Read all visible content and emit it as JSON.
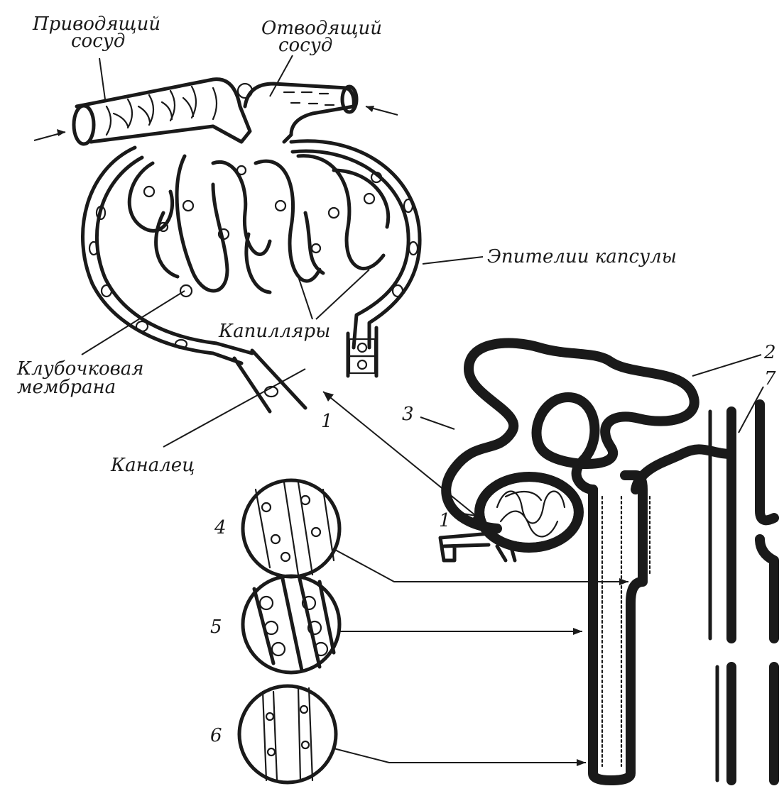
{
  "labels": {
    "afferent_vessel": [
      "Приводящий",
      "сосуд"
    ],
    "efferent_vessel": [
      "Отводящий",
      "сосуд"
    ],
    "capsule_epithelium": "Эпителии капсулы",
    "capillaries": "Капилляры",
    "glomerular_membrane": [
      "Клубочковая",
      "мембрана"
    ],
    "tubule": "Каналец"
  },
  "numbers": {
    "n1_top": "1",
    "n1_glomerulus": "1",
    "n2": "2",
    "n3": "3",
    "n4": "4",
    "n5": "5",
    "n6": "6",
    "n7": "7"
  },
  "colors": {
    "ink": "#1a1a1a",
    "paper": "#ffffff"
  }
}
